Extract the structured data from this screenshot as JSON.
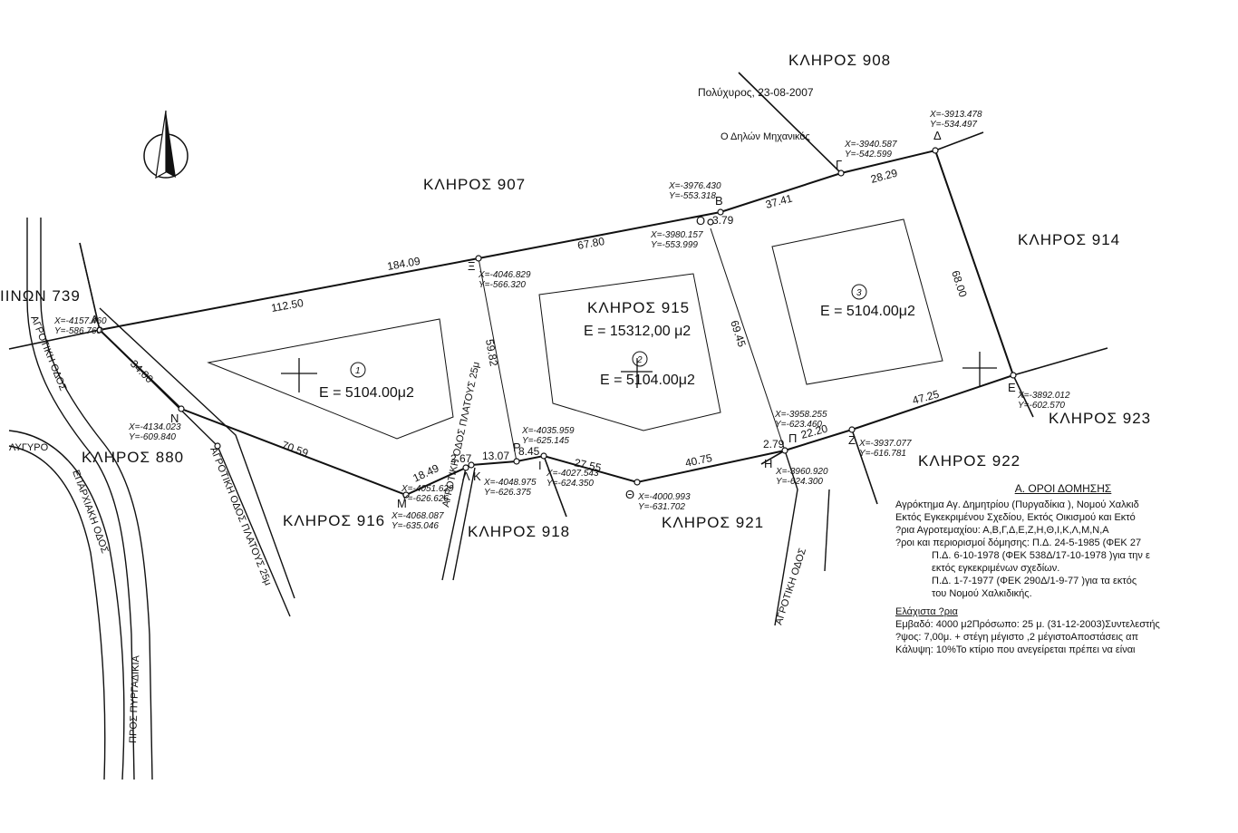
{
  "header": {
    "place_date": "Πολύχυρος, 23-08-2007",
    "engineer": "Ο Δηλών Μηχανικός"
  },
  "parcels": {
    "p908": "ΚΛΗΡΟΣ 908",
    "p907": "ΚΛΗΡΟΣ 907",
    "p914": "ΚΛΗΡΟΣ 914",
    "p739": "ΙΙΝΩΝ 739",
    "p915": "ΚΛΗΡΟΣ 915",
    "p915_area": "Ε = 15312,00 μ2",
    "p880": "ΚΛΗΡΟΣ 880",
    "p916": "ΚΛΗΡΟΣ 916",
    "p918": "ΚΛΗΡΟΣ 918",
    "p921": "ΚΛΗΡΟΣ 921",
    "p922": "ΚΛΗΡΟΣ 922",
    "p923": "ΚΛΗΡΟΣ 923"
  },
  "buildings": [
    {
      "num": "1",
      "area": "Ε = 5104.00μ2"
    },
    {
      "num": "2",
      "area": "Ε = 5104.00μ2"
    },
    {
      "num": "3",
      "area": "Ε = 5104.00μ2"
    }
  ],
  "dimensions": {
    "d1": "184.09",
    "d2": "112.50",
    "d3": "67.80",
    "d4": "3.79",
    "d5": "37.41",
    "d6": "28.29",
    "d7": "68.00",
    "d8": "59.82",
    "d9": "69.45",
    "d10": "34.00",
    "d11": "70.59",
    "d12": "18.49",
    "d13": "2.67",
    "d14": "13.07",
    "d15": "8.45",
    "d16": "27.55",
    "d17": "40.75",
    "d18": "2.79",
    "d19": "22.20",
    "d20": "47.25"
  },
  "points": {
    "A": "A",
    "B": "Β",
    "G": "Γ",
    "D": "Δ",
    "E": "Ε",
    "Z": "Ζ",
    "H": "Η",
    "TH": "Θ",
    "I": "Ι",
    "K": "Κ",
    "L": "Λ",
    "M": "Μ",
    "N": "Ν",
    "X": "Ξ",
    "O": "Ο",
    "P": "Π",
    "R": "Ρ"
  },
  "coords": {
    "D": [
      "X=-3913.478",
      "Y=-534.497"
    ],
    "G": [
      "X=-3940.587",
      "Y=-542.599"
    ],
    "B": [
      "X=-3976.430",
      "Y=-553.318"
    ],
    "O": [
      "X=-3980.157",
      "Y=-553.999"
    ],
    "X": [
      "X=-4046.829",
      "Y=-566.320"
    ],
    "A": [
      "X=-4157.460",
      "Y=-586.760"
    ],
    "N": [
      "X=-4134.023",
      "Y=-609.840"
    ],
    "P": [
      "X=-3958.255",
      "Y=-623.460"
    ],
    "E": [
      "X=-3892.012",
      "Y=-602.570"
    ],
    "Z": [
      "X=-3937.077",
      "Y=-616.781"
    ],
    "H": [
      "X=-3960.920",
      "Y=-624.300"
    ],
    "R": [
      "X=-4035.959",
      "Y=-625.145"
    ],
    "I": [
      "X=-4027.543",
      "Y=-624.350"
    ],
    "K": [
      "X=-4048.975",
      "Y=-626.375"
    ],
    "L": [
      "X=-4051.629",
      "Y=-626.626"
    ],
    "TH": [
      "X=-4000.993",
      "Y=-631.702"
    ],
    "M": [
      "X=-4068.087",
      "Y=-635.046"
    ]
  },
  "roads": {
    "r1": "ΑΓΡΟΤΙΚΗ ΟΔΟΣ",
    "r2": "ΑΓΡΟΤΙΚΗ ΟΔΟΣ ΠΛΑΤΟΥΣ 25μ",
    "r3": "ΑΓΡΟΤΙΚΗ ΟΔΟΣ ΠΛΑΤΟΥΣ 25μ",
    "r4": "ΑΓΡΟΤΙΚΗ ΟΔΟΣ",
    "r5": "ΕΠΑΡΧΙΑΚΗ ΟΔΟΣ",
    "r6": "ΠΡΟΣ ΠΥΡΓΑΔΙΚΙΑ",
    "r7": "ΛΥΓΥΡΟ"
  },
  "notes": {
    "title": "Α. ΟΡΟΙ ΔΟΜΗΣΗΣ",
    "lines": [
      "Αγρόκτημα Αγ. Δημητρίου (Πυργαδίκια   ), Νομού Χαλκιδ",
      "Εκτός Εγκεκριμένου Σχεδίου, Εκτός Οικισμού και Εκτό",
      "?ρια Αγροτεμαχίου: Α,Β,Γ,Δ,Ε,Ζ,Η,Θ,Ι,Κ,Λ,Μ,Ν,Α",
      "?ροι και περιορισμοί δόμησης: Π.Δ. 24-5-1985 (ΦΕΚ 27"
    ],
    "indented": [
      "Π.Δ. 6-10-1978 (ΦΕΚ 538Δ/17-10-1978 )για την ε",
      "εκτός εγκεκριμένων σχεδίων.",
      "Π.Δ.  1-7-1977 (ΦΕΚ 290Δ/1-9-77 )για τα εκτός",
      "του Νομού Χαλκιδικής."
    ],
    "min_title": "Ελάχιστα ?ρια",
    "min_lines": [
      "Εμβαδό: 4000 μ2Πρόσωπο: 25 μ. (31-12-2003)Συντελεστής",
      "?ψος: 7,00μ. +  στέγη μέγιστο ,2 μέγιστοΑποστάσεις απ",
      "Κάλυψη: 10%Το κτίριο που ανεγείρεται πρέπει να είναι"
    ]
  }
}
